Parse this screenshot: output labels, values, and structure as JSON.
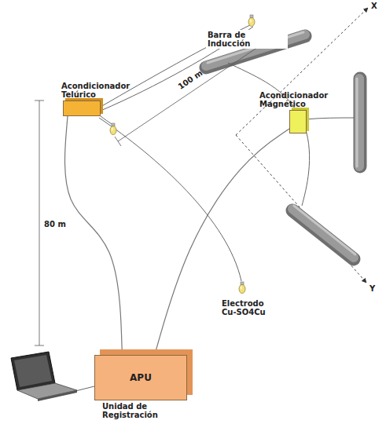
{
  "diagram": {
    "nodes": [
      {
        "text": [
          "Acondicionador Telúrico"
        ]
      },
      {
        "text": [
          "Acondicionador Magnético"
        ]
      },
      {
        "text": [
          "APU",
          "Unidad de Registración"
        ]
      }
    ],
    "edges": [
      {
        "from": 0,
        "to": 2,
        "arrow": "none"
      },
      {
        "from": 1,
        "to": 2,
        "arrow": "none"
      }
    ],
    "labels": [
      "Barra de Inducción",
      "100 m",
      "80 m",
      "Electrodo Cu-SO4Cu",
      "X",
      "Y"
    ]
  }
}
